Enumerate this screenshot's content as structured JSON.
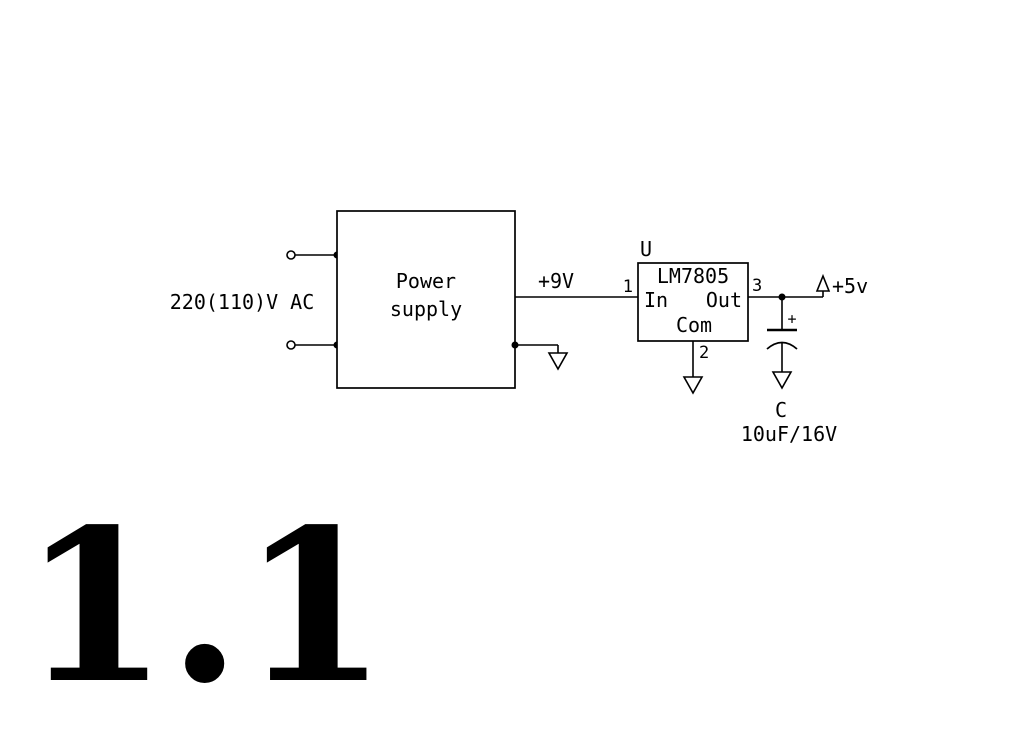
{
  "figure": {
    "number": "1.1"
  },
  "schematic": {
    "ac_input": {
      "label": "220(110)V AC"
    },
    "power_supply": {
      "line1": "Power",
      "line2": "supply"
    },
    "wire_9v": {
      "label": "+9V"
    },
    "regulator": {
      "designator": "U",
      "part": "LM7805",
      "pin_in_label": "In",
      "pin_out_label": "Out",
      "pin_com_label": "Com",
      "pin1": "1",
      "pin2": "2",
      "pin3": "3"
    },
    "output_5v": {
      "label": "+5v"
    },
    "capacitor": {
      "designator": "C",
      "value": "10uF/16V",
      "polarity": "+"
    }
  },
  "colors": {
    "ink": "#000000",
    "background": "#ffffff"
  }
}
